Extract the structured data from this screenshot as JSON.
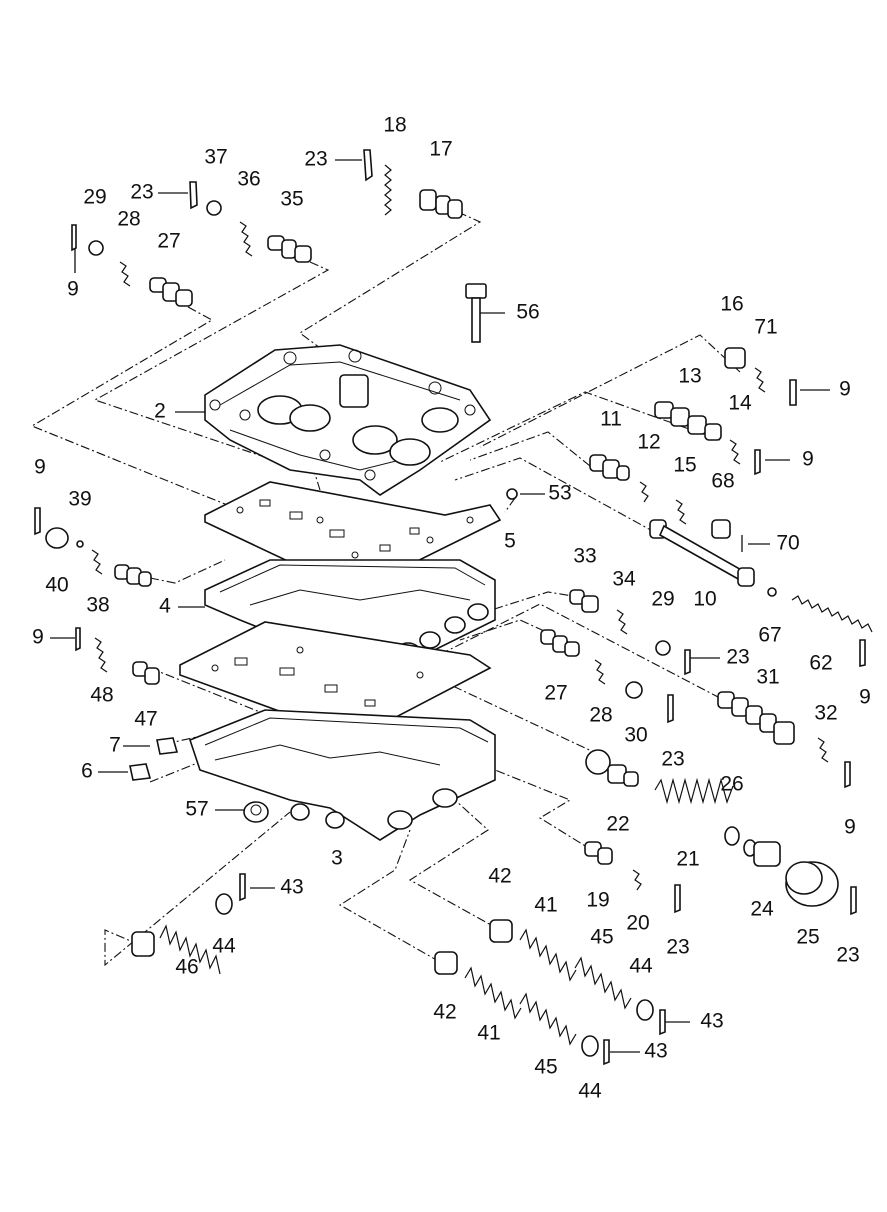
{
  "callouts": [
    {
      "id": "c18",
      "text": "18"
    },
    {
      "id": "c17",
      "text": "17"
    },
    {
      "id": "c23a",
      "text": "23"
    },
    {
      "id": "c37",
      "text": "37"
    },
    {
      "id": "c23b",
      "text": "23"
    },
    {
      "id": "c36",
      "text": "36"
    },
    {
      "id": "c35",
      "text": "35"
    },
    {
      "id": "c29a",
      "text": "29"
    },
    {
      "id": "c28a",
      "text": "28"
    },
    {
      "id": "c27a",
      "text": "27"
    },
    {
      "id": "c9a",
      "text": "9"
    },
    {
      "id": "c56",
      "text": "56"
    },
    {
      "id": "c16",
      "text": "16"
    },
    {
      "id": "c71",
      "text": "71"
    },
    {
      "id": "c9b",
      "text": "9"
    },
    {
      "id": "c13",
      "text": "13"
    },
    {
      "id": "c14",
      "text": "14"
    },
    {
      "id": "c9c",
      "text": "9"
    },
    {
      "id": "c2",
      "text": "2"
    },
    {
      "id": "c11",
      "text": "11"
    },
    {
      "id": "c12",
      "text": "12"
    },
    {
      "id": "c15",
      "text": "15"
    },
    {
      "id": "c68",
      "text": "68"
    },
    {
      "id": "c9d",
      "text": "9"
    },
    {
      "id": "c39",
      "text": "39"
    },
    {
      "id": "c53",
      "text": "53"
    },
    {
      "id": "c70",
      "text": "70"
    },
    {
      "id": "c5",
      "text": "5"
    },
    {
      "id": "c40",
      "text": "40"
    },
    {
      "id": "c38",
      "text": "38"
    },
    {
      "id": "c33",
      "text": "33"
    },
    {
      "id": "c34",
      "text": "34"
    },
    {
      "id": "c29b",
      "text": "29"
    },
    {
      "id": "c10",
      "text": "10"
    },
    {
      "id": "c4",
      "text": "4"
    },
    {
      "id": "c67",
      "text": "67"
    },
    {
      "id": "c9e",
      "text": "9"
    },
    {
      "id": "c23c",
      "text": "23"
    },
    {
      "id": "c62",
      "text": "62"
    },
    {
      "id": "c9f",
      "text": "9"
    },
    {
      "id": "c48",
      "text": "48"
    },
    {
      "id": "c27b",
      "text": "27"
    },
    {
      "id": "c31",
      "text": "31"
    },
    {
      "id": "c28b",
      "text": "28"
    },
    {
      "id": "c47",
      "text": "47"
    },
    {
      "id": "c30",
      "text": "30"
    },
    {
      "id": "c32",
      "text": "32"
    },
    {
      "id": "c7",
      "text": "7"
    },
    {
      "id": "c23d",
      "text": "23"
    },
    {
      "id": "c6",
      "text": "6"
    },
    {
      "id": "c26",
      "text": "26"
    },
    {
      "id": "c9g",
      "text": "9"
    },
    {
      "id": "c57",
      "text": "57"
    },
    {
      "id": "c22",
      "text": "22"
    },
    {
      "id": "c21",
      "text": "21"
    },
    {
      "id": "c3",
      "text": "3"
    },
    {
      "id": "c43a",
      "text": "43"
    },
    {
      "id": "c19",
      "text": "19"
    },
    {
      "id": "c42a",
      "text": "42"
    },
    {
      "id": "c24",
      "text": "24"
    },
    {
      "id": "c41a",
      "text": "41"
    },
    {
      "id": "c20",
      "text": "20"
    },
    {
      "id": "c25",
      "text": "25"
    },
    {
      "id": "c45a",
      "text": "45"
    },
    {
      "id": "c23e",
      "text": "23"
    },
    {
      "id": "c46",
      "text": "46"
    },
    {
      "id": "c44a",
      "text": "44"
    },
    {
      "id": "c23f",
      "text": "23"
    },
    {
      "id": "c44b",
      "text": "44"
    },
    {
      "id": "c42b",
      "text": "42"
    },
    {
      "id": "c41b",
      "text": "41"
    },
    {
      "id": "c43b",
      "text": "43"
    },
    {
      "id": "c45b",
      "text": "45"
    },
    {
      "id": "c43c",
      "text": "43"
    },
    {
      "id": "c44c",
      "text": "44"
    }
  ]
}
